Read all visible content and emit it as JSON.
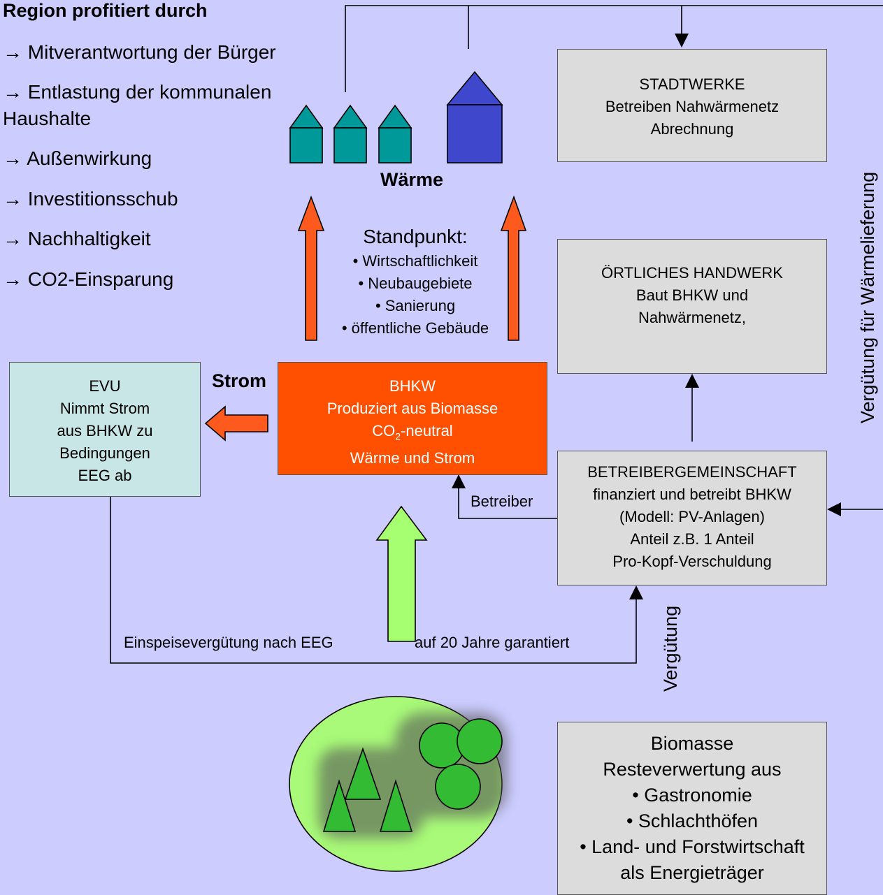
{
  "region": {
    "title": "Region profitiert durch",
    "items": [
      "→ Mitverantwortung der Bürger",
      "→ Entlastung der kommunalen",
      "Haushalte",
      "→ Außenwirkung",
      "→ Investitionsschub",
      "→ Nachhaltigkeit",
      "→ CO2-Einsparung"
    ]
  },
  "heat": {
    "label": "Wärme"
  },
  "standpoint": {
    "title": "Standpunkt:",
    "items": [
      "• Wirtschaftlichkeit",
      "• Neubaugebiete",
      "• Sanierung",
      "• öffentliche Gebäude"
    ]
  },
  "stadtwerke": {
    "lines": [
      "STADTWERKE",
      "Betreiben Nahwärmenetz",
      "Abrechnung"
    ]
  },
  "handwerk": {
    "lines": [
      "ÖRTLICHES HANDWERK",
      "Baut BHKW und",
      "Nahwärmenetz,"
    ]
  },
  "side_label": "Vergütung für Wärmelieferung",
  "strom": {
    "label": "Strom"
  },
  "evu": {
    "lines": [
      "EVU",
      "Nimmt Strom",
      "aus BHKW zu",
      "Bedingungen",
      "EEG ab"
    ]
  },
  "bhkw": {
    "line1": "BHKW",
    "line2": "Produziert aus Biomasse",
    "line3_pre": "CO",
    "line3_sub": "2",
    "line3_post": "-neutral",
    "line4": "Wärme und Strom"
  },
  "betreiber_label": "Betreiber",
  "gemeinschaft": {
    "lines": [
      "BETREIBERGEMEINSCHAFT",
      "finanziert und betreibt BHKW",
      "(Modell: PV-Anlagen)",
      "Anteil z.B. 1 Anteil",
      "Pro-Kopf-Verschuldung"
    ]
  },
  "einspeise_label": "Einspeisevergütung nach EEG",
  "garantiert_label": "auf 20 Jahre garantiert",
  "verguetung_label": "Vergütung",
  "biomasse": {
    "lines": [
      "Biomasse",
      "Resteverwertung aus",
      "• Gastronomie",
      "• Schlachthöfen",
      "• Land- und Forstwirtschaft",
      "als Energieträger"
    ]
  },
  "colors": {
    "background": "#ccccff",
    "small_house": "#009999",
    "large_house": "#3f48cc",
    "orange_arrow": "#ff5a1e",
    "bhkw_box": "#ff4f00",
    "evu_box": "#c8e6e6",
    "green_arrow": "#a6ff70",
    "ellipse": "#a8fa78",
    "shapes": "#33bb33"
  }
}
